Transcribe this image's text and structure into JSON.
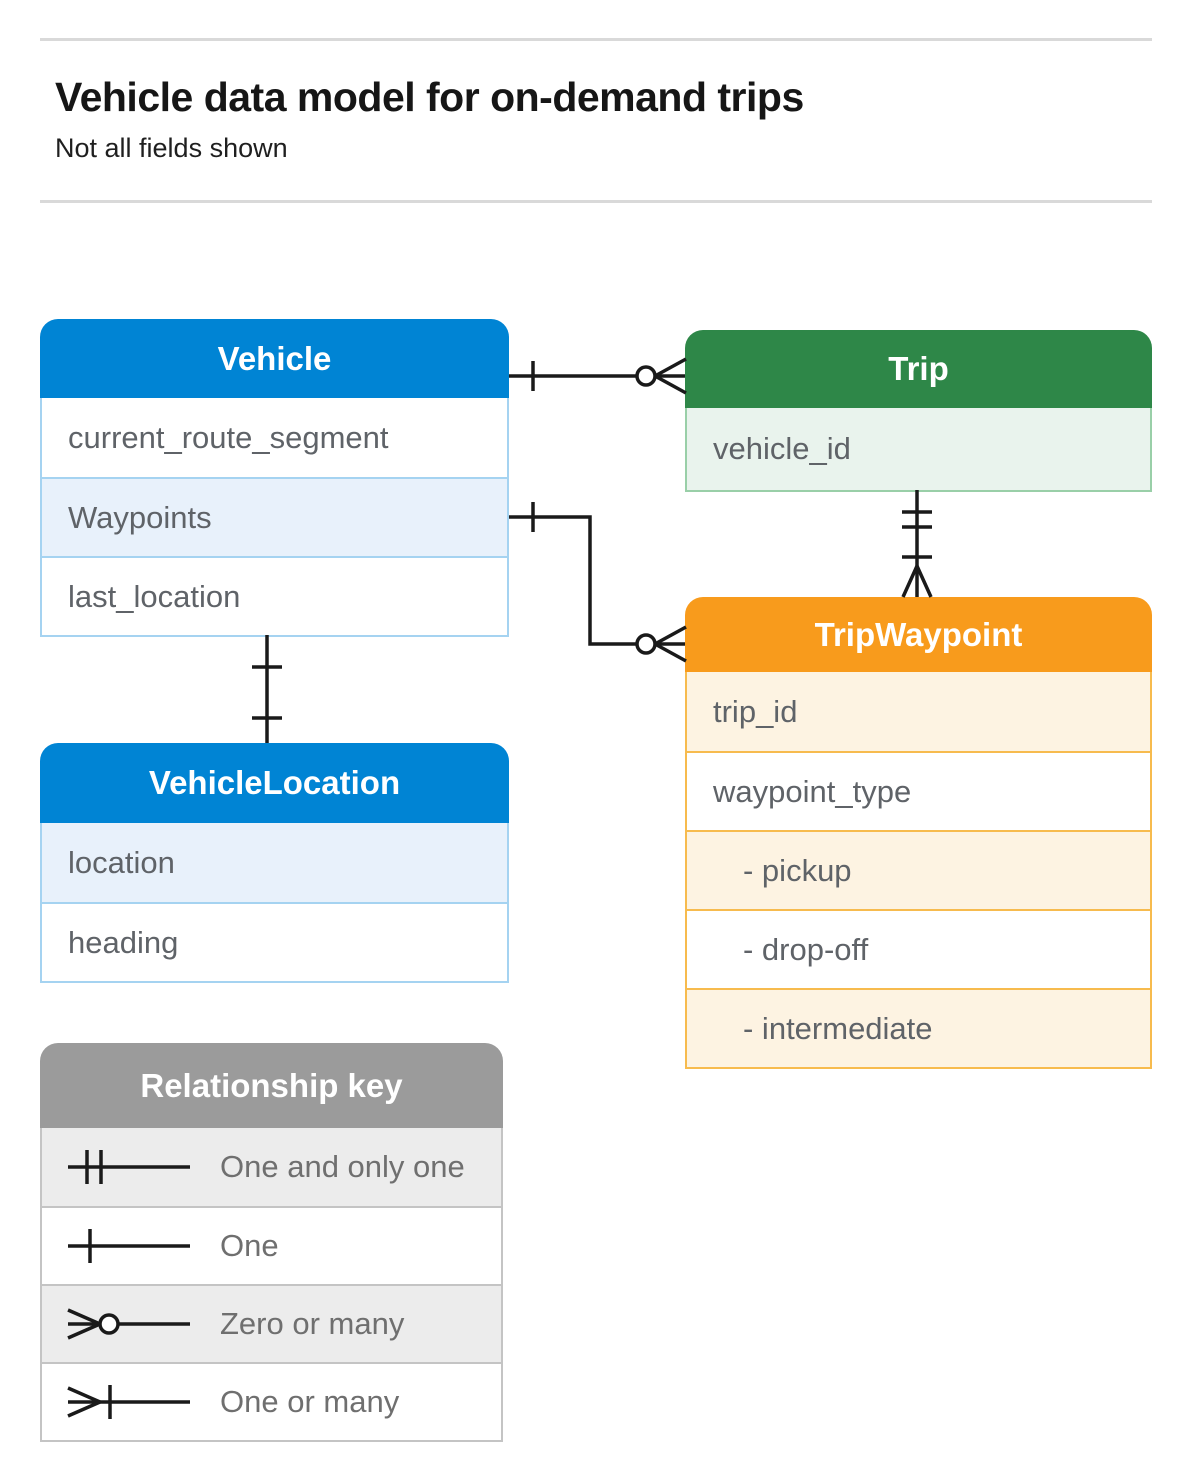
{
  "header": {
    "title": "Vehicle data model for on-demand trips",
    "subtitle": "Not all fields shown"
  },
  "entities": {
    "vehicle": {
      "title": "Vehicle",
      "fields": [
        "current_route_segment",
        "Waypoints",
        "last_location"
      ]
    },
    "trip": {
      "title": "Trip",
      "fields": [
        "vehicle_id"
      ]
    },
    "trip_waypoint": {
      "title": "TripWaypoint",
      "fields": [
        "trip_id",
        "waypoint_type",
        "- pickup",
        "- drop-off",
        "- intermediate"
      ]
    },
    "vehicle_location": {
      "title": "VehicleLocation",
      "fields": [
        "location",
        "heading"
      ]
    }
  },
  "legend": {
    "title": "Relationship key",
    "items": [
      {
        "symbol": "one-and-only-one",
        "label": "One and only one"
      },
      {
        "symbol": "one",
        "label": "One"
      },
      {
        "symbol": "zero-or-many",
        "label": "Zero or many"
      },
      {
        "symbol": "one-or-many",
        "label": "One or many"
      }
    ]
  },
  "colors": {
    "blue_header": "#0084d4",
    "blue_tint": "#e8f1fb",
    "green_header": "#2e8748",
    "green_tint": "#e9f3ed",
    "orange_header": "#f89b1c",
    "orange_tint": "#fdf3e2",
    "gray_header": "#9b9b9b",
    "gray_tint": "#ececec",
    "connector": "#1a1a1a",
    "field_text": "#5f6368"
  }
}
